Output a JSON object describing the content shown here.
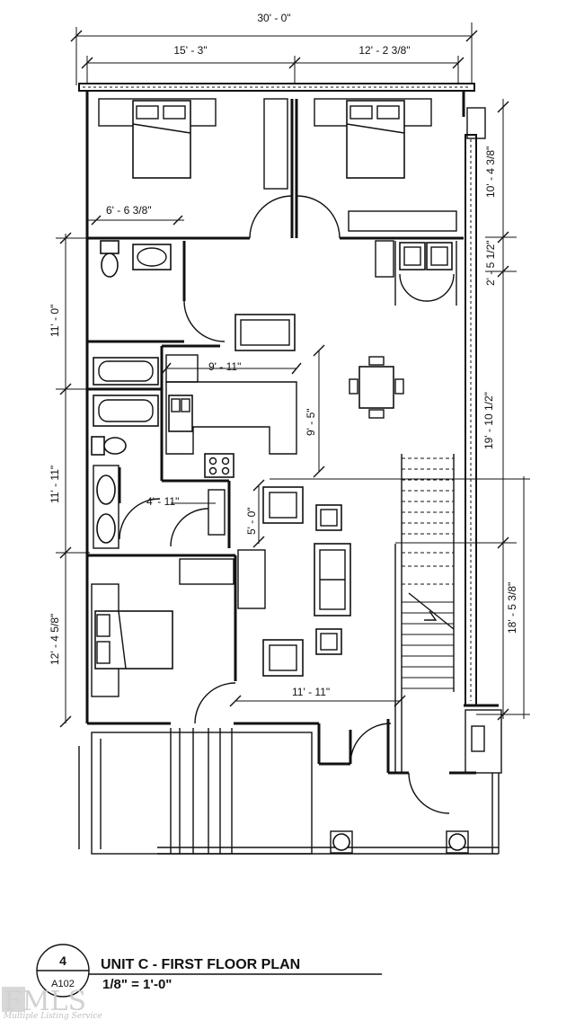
{
  "dimensions": {
    "overall_width": "30' - 0\"",
    "top_left": "15' - 3\"",
    "top_right": "12' - 2 3/8\"",
    "bedroom1_width": "6' - 6 3/8\"",
    "right_top": "10' - 4 3/8\"",
    "right_small": "2' - 5 1/2\"",
    "right_middle": "19' - 10 1/2\"",
    "right_lower": "18' - 5 3/8\"",
    "left_upper": "11' - 0\"",
    "left_middle": "11' - 11\"",
    "left_lower": "12' - 4 5/8\"",
    "kitchen_width": "9' - 11\"",
    "kitchen_depth": "9' - 5\"",
    "closet_width": "4' - 11\"",
    "closet_depth": "5' - 0\"",
    "living_width": "11' - 11\""
  },
  "title_block": {
    "detail_number": "4",
    "sheet": "A102",
    "title": "UNIT C - FIRST FLOOR PLAN",
    "scale": "1/8\" = 1'-0\""
  },
  "watermark": {
    "logo": "FMLS",
    "subtitle": "Multiple Listing Service"
  }
}
